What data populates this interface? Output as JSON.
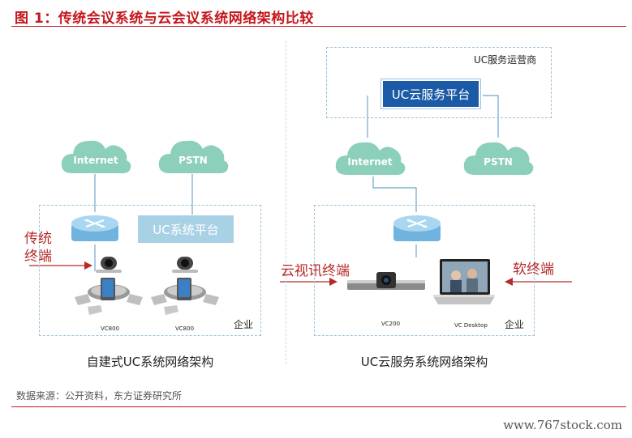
{
  "figure": {
    "title": "图 1：传统会议系统与云会议系统网络架构比较",
    "source": "数据来源：公开资料，东方证券研究所",
    "watermark": "www.767stock.com"
  },
  "left": {
    "clouds": [
      "Internet",
      "PSTN"
    ],
    "platform": "UC系统平台",
    "box_label": "企业",
    "annotation": [
      "传统",
      "终端"
    ],
    "device_models": [
      "VC800",
      "VC800"
    ],
    "caption": "自建式UC系统网络架构"
  },
  "right": {
    "provider_label": "UC服务运营商",
    "platform": "UC云服务平台",
    "clouds": [
      "Internet",
      "PSTN"
    ],
    "box_label": "企业",
    "annotation_left": "云视讯终端",
    "annotation_right": "软终端",
    "device_models": [
      "VC200",
      "VC Desktop"
    ],
    "caption": "UC云服务系统网络架构"
  },
  "colors": {
    "accent_red": "#c4161c",
    "cloud_green": "#8ccfba",
    "platform_light": "#a9d1e6",
    "platform_dark": "#1b5aa6",
    "dashed_border": "#9cc3dc"
  }
}
